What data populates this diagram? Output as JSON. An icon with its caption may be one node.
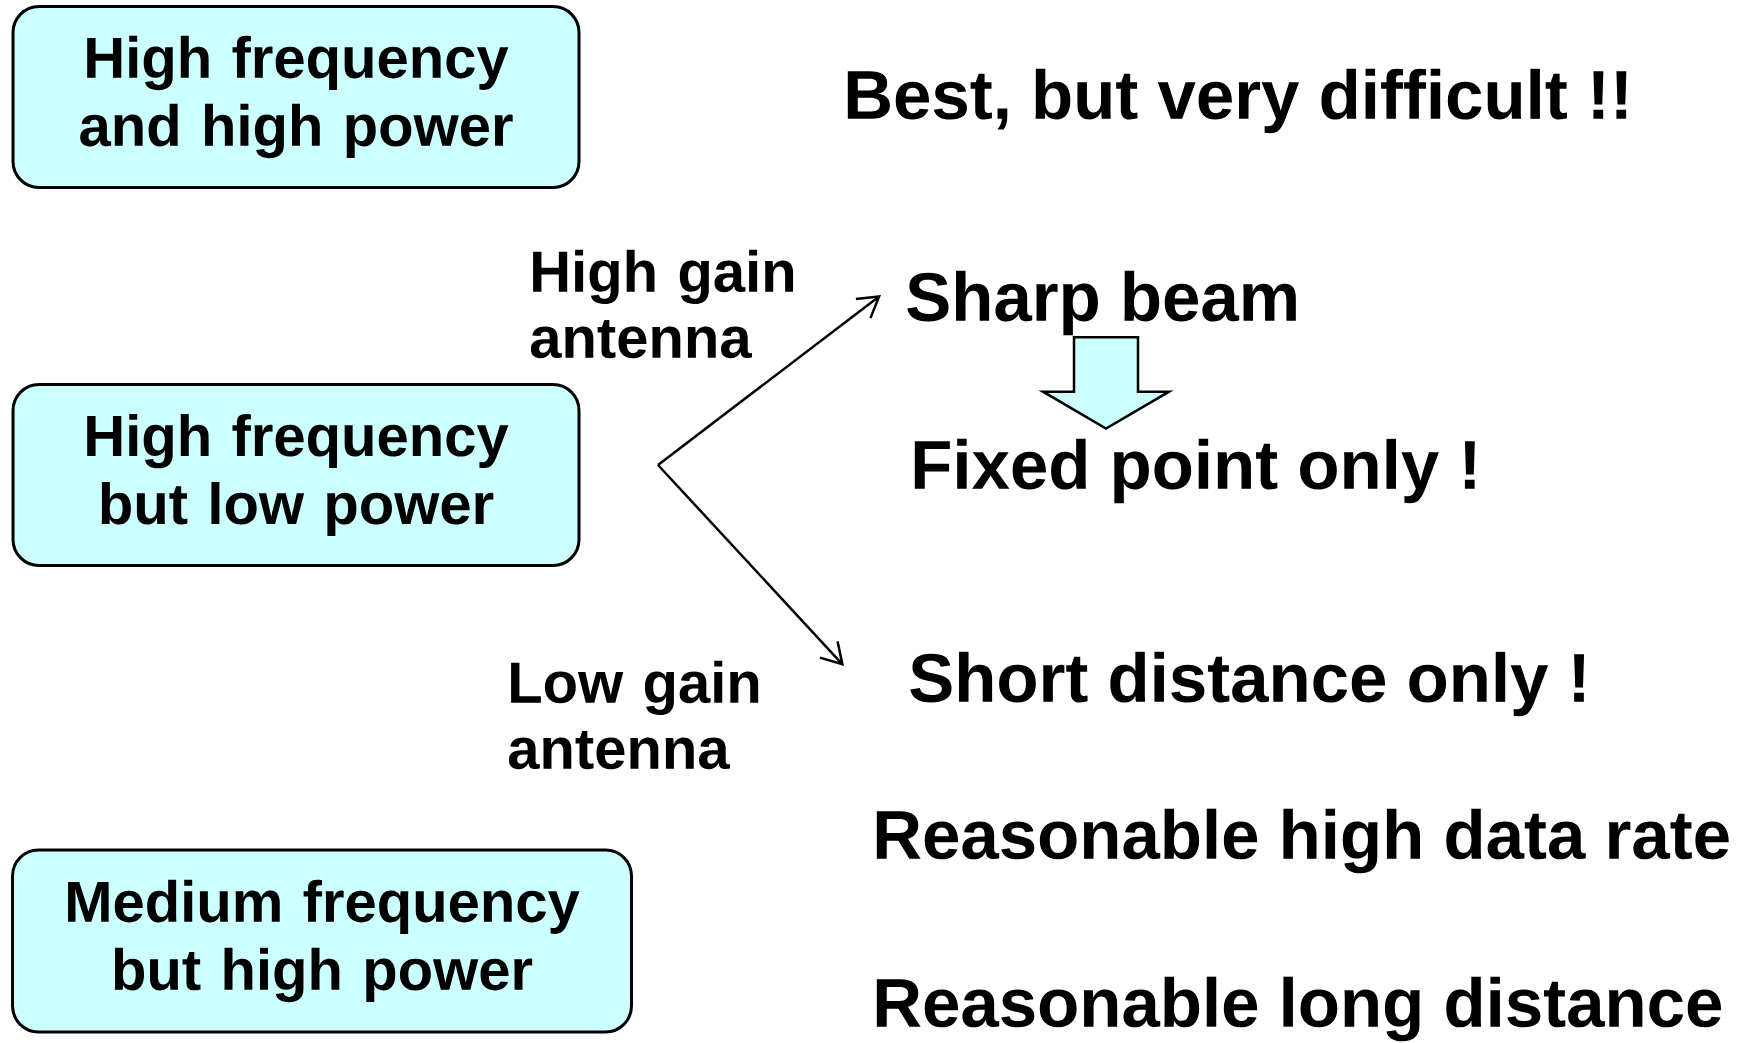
{
  "diagram": {
    "nodes": [
      {
        "text": [
          "High frequency and high power"
        ]
      },
      {
        "text": [
          "High frequency but low power"
        ]
      },
      {
        "text": [
          "Medium frequency but high power"
        ]
      },
      {
        "text": [
          "Sharp beam"
        ]
      },
      {
        "text": [
          "Fixed point only !"
        ]
      },
      {
        "text": [
          "Short distance only !"
        ]
      }
    ],
    "edges": [
      {
        "from": null,
        "to": 3,
        "arrow": "to",
        "label": "High gain antenna"
      },
      {
        "from": null,
        "to": 5,
        "arrow": "to",
        "label": "Low gain antenna"
      },
      {
        "from": 3,
        "to": 4,
        "arrow": "to",
        "style": "thick"
      }
    ],
    "labels": [
      "Best, but very difficult !!",
      "Reasonable high data rate",
      "Reasonable long distance"
    ]
  }
}
